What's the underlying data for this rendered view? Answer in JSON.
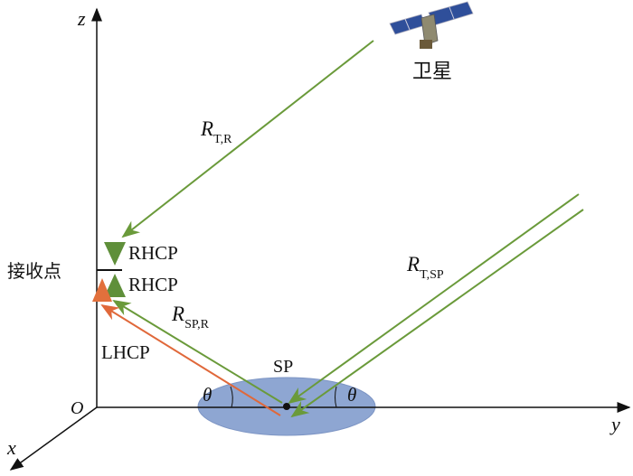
{
  "axes": {
    "z": "z",
    "y": "y",
    "x": "x",
    "origin": "O"
  },
  "labels": {
    "satellite": "卫星",
    "receiver": "接收点",
    "rhcp_top": "RHCP",
    "rhcp_bottom": "RHCP",
    "lhcp": "LHCP",
    "sp": "SP",
    "theta_left": "θ",
    "theta_right": "θ",
    "r_tr_main": "R",
    "r_tr_sub": "T,R",
    "r_tsp_main": "R",
    "r_tsp_sub": "T,SP",
    "r_spr_main": "R",
    "r_spr_sub": "SP,R"
  },
  "colors": {
    "green": "#6a9a3a",
    "orange": "#e0683a",
    "ellipse": "#8ea6d2",
    "triangle_green": "#5f8f3a",
    "triangle_orange": "#e2703c"
  }
}
